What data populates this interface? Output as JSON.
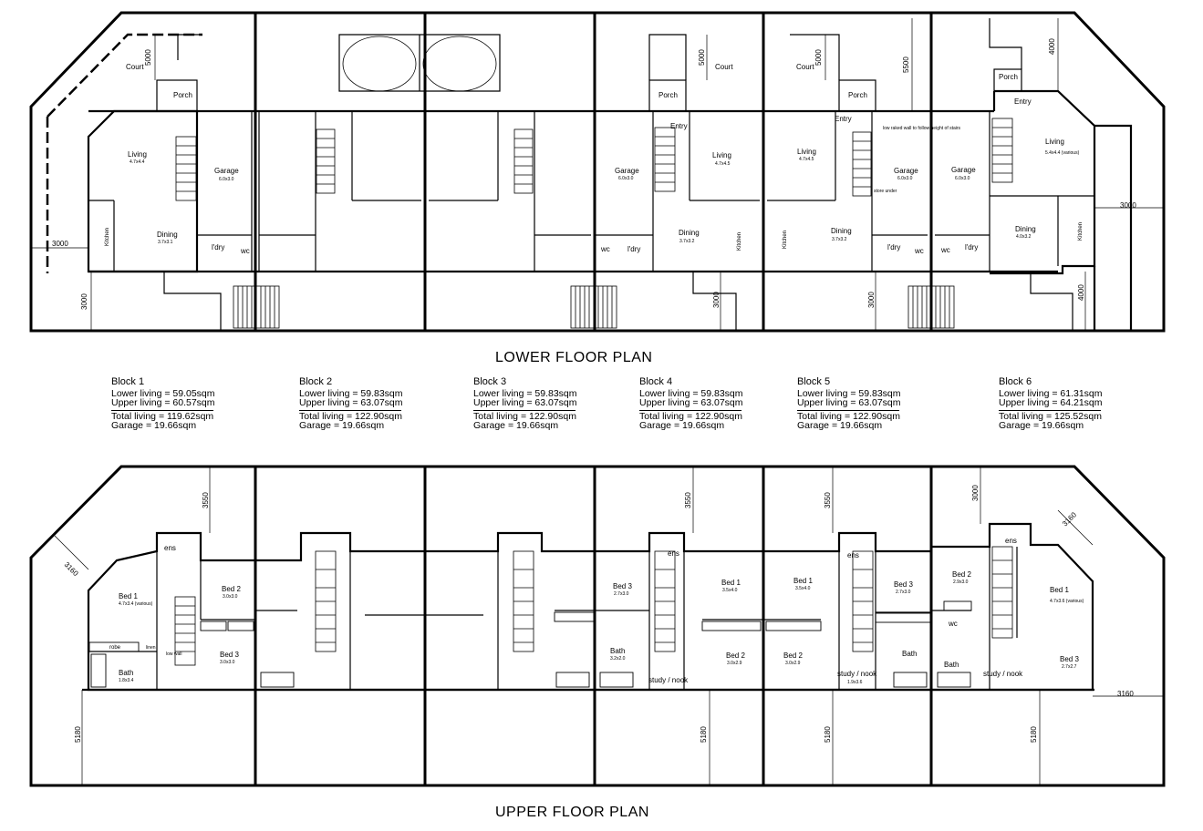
{
  "titles": {
    "lower": "LOWER FLOOR PLAN",
    "upper": "UPPER FLOOR PLAN"
  },
  "blocks": [
    {
      "name": "Block 1",
      "lower": "Lower living = 59.05sqm",
      "upper": "Upper living = 60.57sqm",
      "total": "Total living = 119.62sqm",
      "garage": "Garage = 19.66sqm"
    },
    {
      "name": "Block 2",
      "lower": "Lower living = 59.83sqm",
      "upper": "Upper living = 63.07sqm",
      "total": "Total living = 122.90sqm",
      "garage": "Garage = 19.66sqm"
    },
    {
      "name": "Block 3",
      "lower": "Lower living = 59.83sqm",
      "upper": "Upper living = 63.07sqm",
      "total": "Total living = 122.90sqm",
      "garage": "Garage = 19.66sqm"
    },
    {
      "name": "Block 4",
      "lower": "Lower living = 59.83sqm",
      "upper": "Upper living = 63.07sqm",
      "total": "Total living = 122.90sqm",
      "garage": "Garage = 19.66sqm"
    },
    {
      "name": "Block 5",
      "lower": "Lower living = 59.83sqm",
      "upper": "Upper living = 63.07sqm",
      "total": "Total living = 122.90sqm",
      "garage": "Garage = 19.66sqm"
    },
    {
      "name": "Block 6",
      "lower": "Lower living = 61.31sqm",
      "upper": "Upper living = 64.21sqm",
      "total": "Total living = 125.52sqm",
      "garage": "Garage = 19.66sqm"
    }
  ],
  "lower_labels": [
    {
      "id": "court-1",
      "text": "Court"
    },
    {
      "id": "porch-1",
      "text": "Porch"
    },
    {
      "id": "living-1",
      "text": "Living"
    },
    {
      "id": "living-1-dim",
      "text": "4.7x4.4"
    },
    {
      "id": "garage-1",
      "text": "Garage"
    },
    {
      "id": "garage-1-dim",
      "text": "6.0x3.0"
    },
    {
      "id": "dining-1",
      "text": "Dining"
    },
    {
      "id": "dining-1-dim",
      "text": "3.7x3.1"
    },
    {
      "id": "kitchen-1",
      "text": "Kitchen"
    },
    {
      "id": "ldry-1",
      "text": "l'dry"
    },
    {
      "id": "wc-1",
      "text": "wc"
    },
    {
      "id": "garage-4",
      "text": "Garage"
    },
    {
      "id": "garage-4-dim",
      "text": "6.0x3.0"
    },
    {
      "id": "entry-4",
      "text": "Entry"
    },
    {
      "id": "porch-4",
      "text": "Porch"
    },
    {
      "id": "court-4",
      "text": "Court"
    },
    {
      "id": "living-4",
      "text": "Living"
    },
    {
      "id": "living-4-dim",
      "text": "4.7x4.5"
    },
    {
      "id": "dining-4",
      "text": "Dining"
    },
    {
      "id": "dining-4-dim",
      "text": "3.7x3.2"
    },
    {
      "id": "kitchen-4",
      "text": "Kitchen"
    },
    {
      "id": "wc-4",
      "text": "wc"
    },
    {
      "id": "ldry-4",
      "text": "l'dry"
    },
    {
      "id": "court-5",
      "text": "Court"
    },
    {
      "id": "porch-5",
      "text": "Porch"
    },
    {
      "id": "entry-5",
      "text": "Entry"
    },
    {
      "id": "living-5",
      "text": "Living"
    },
    {
      "id": "living-5-dim",
      "text": "4.7x4.5"
    },
    {
      "id": "kitchen-5",
      "text": "Kitchen"
    },
    {
      "id": "dining-5",
      "text": "Dining"
    },
    {
      "id": "dining-5-dim",
      "text": "3.7x3.2"
    },
    {
      "id": "garage-5",
      "text": "Garage"
    },
    {
      "id": "garage-5-dim",
      "text": "6.0x3.0"
    },
    {
      "id": "note-5",
      "text": "low raked wall to follow height of stairs"
    },
    {
      "id": "store-5",
      "text": "store under"
    },
    {
      "id": "ldry-5",
      "text": "l'dry"
    },
    {
      "id": "wc-5",
      "text": "wc"
    },
    {
      "id": "garage-6",
      "text": "Garage"
    },
    {
      "id": "garage-6-dim",
      "text": "6.0x3.0"
    },
    {
      "id": "porch-6",
      "text": "Porch"
    },
    {
      "id": "entry-6",
      "text": "Entry"
    },
    {
      "id": "living-6",
      "text": "Living"
    },
    {
      "id": "living-6-dim",
      "text": "5.4x4.4 (various)"
    },
    {
      "id": "dining-6",
      "text": "Dining"
    },
    {
      "id": "dining-6-dim",
      "text": "4.0x3.2"
    },
    {
      "id": "kitchen-6",
      "text": "Kitchen"
    },
    {
      "id": "ldry-6",
      "text": "l'dry"
    },
    {
      "id": "wc-6",
      "text": "wc"
    }
  ],
  "upper_labels": [
    {
      "id": "ens-1",
      "text": "ens"
    },
    {
      "id": "bed1-1",
      "text": "Bed 1"
    },
    {
      "id": "bed1-1-dim",
      "text": "4.7x3.4 (various)"
    },
    {
      "id": "bed2-1",
      "text": "Bed 2"
    },
    {
      "id": "bed2-1-dim",
      "text": "3.0x3.0"
    },
    {
      "id": "bed3-1",
      "text": "Bed 3"
    },
    {
      "id": "bed3-1-dim",
      "text": "3.0x3.0"
    },
    {
      "id": "bath-1",
      "text": "Bath"
    },
    {
      "id": "bath-1-dim",
      "text": "1.8x3.4"
    },
    {
      "id": "robe-1",
      "text": "robe"
    },
    {
      "id": "linen-1",
      "text": "linen"
    },
    {
      "id": "lowwall-1",
      "text": "low wall"
    },
    {
      "id": "bed3-4",
      "text": "Bed 3"
    },
    {
      "id": "bed3-4-dim",
      "text": "2.7x3.0"
    },
    {
      "id": "ens-4",
      "text": "ens"
    },
    {
      "id": "bed1-4",
      "text": "Bed 1"
    },
    {
      "id": "bed1-4-dim",
      "text": "3.5x4.0"
    },
    {
      "id": "bed2-4",
      "text": "Bed 2"
    },
    {
      "id": "bed2-4-dim",
      "text": "3.0x2.9"
    },
    {
      "id": "bath-4",
      "text": "Bath"
    },
    {
      "id": "bath-4-dim",
      "text": "3.2x2.0"
    },
    {
      "id": "study-4",
      "text": "study / nook"
    },
    {
      "id": "bed1-5",
      "text": "Bed 1"
    },
    {
      "id": "bed1-5-dim",
      "text": "3.5x4.0"
    },
    {
      "id": "ens-5",
      "text": "ens"
    },
    {
      "id": "bed3-5",
      "text": "Bed 3"
    },
    {
      "id": "bed3-5-dim",
      "text": "2.7x3.0"
    },
    {
      "id": "bed2-5",
      "text": "Bed 2"
    },
    {
      "id": "bed2-5-dim",
      "text": "3.0x2.9"
    },
    {
      "id": "study-5",
      "text": "study / nook"
    },
    {
      "id": "study-5-dim",
      "text": "1.9x3.6"
    },
    {
      "id": "bath-5",
      "text": "Bath"
    },
    {
      "id": "bed2-6",
      "text": "Bed 2"
    },
    {
      "id": "bed2-6-dim",
      "text": "2.9x3.0"
    },
    {
      "id": "ens-6",
      "text": "ens"
    },
    {
      "id": "bed1-6",
      "text": "Bed 1"
    },
    {
      "id": "bed1-6-dim",
      "text": "4.7x3.6 (various)"
    },
    {
      "id": "bath-6",
      "text": "Bath"
    },
    {
      "id": "study-6",
      "text": "study / nook"
    },
    {
      "id": "bed3-6",
      "text": "Bed 3"
    },
    {
      "id": "bed3-6-dim",
      "text": "2.7x2.7"
    },
    {
      "id": "wc-u6",
      "text": "wc"
    }
  ],
  "dimensions": [
    {
      "id": "d5000-1",
      "text": "5000"
    },
    {
      "id": "d5000-4",
      "text": "5000"
    },
    {
      "id": "d5000-5",
      "text": "5000"
    },
    {
      "id": "d5500",
      "text": "5500"
    },
    {
      "id": "d4000-top",
      "text": "4000"
    },
    {
      "id": "d3000-left",
      "text": "3000"
    },
    {
      "id": "d3000-right",
      "text": "3000"
    },
    {
      "id": "d3000-1",
      "text": "3000"
    },
    {
      "id": "d3000-4",
      "text": "3000"
    },
    {
      "id": "d3000-5",
      "text": "3000"
    },
    {
      "id": "d4000-6",
      "text": "4000"
    },
    {
      "id": "u3550-1",
      "text": "3550"
    },
    {
      "id": "u3550-4",
      "text": "3550"
    },
    {
      "id": "u3550-5",
      "text": "3550"
    },
    {
      "id": "u3000-6",
      "text": "3000"
    },
    {
      "id": "u3160-left",
      "text": "3160"
    },
    {
      "id": "u3160-right",
      "text": "3160"
    },
    {
      "id": "u3160-end",
      "text": "3160"
    },
    {
      "id": "u5180-1",
      "text": "5180"
    },
    {
      "id": "u5180-4",
      "text": "5180"
    },
    {
      "id": "u5180-5",
      "text": "5180"
    },
    {
      "id": "u5180-6",
      "text": "5180"
    }
  ],
  "colors": {
    "line": "#000000",
    "background": "#ffffff"
  }
}
